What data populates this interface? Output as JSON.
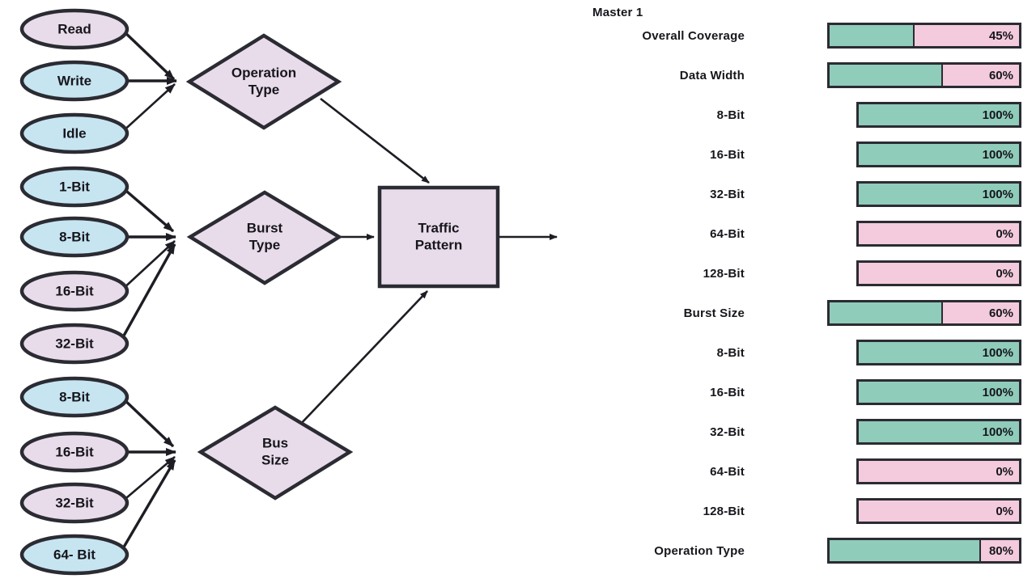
{
  "diagram": {
    "groups": [
      {
        "name": "operation-type",
        "decision": "Operation\nType",
        "decision_line1": "Operation",
        "decision_line2": "Type",
        "inputs": [
          {
            "label": "Read",
            "fill": "#e9dcea"
          },
          {
            "label": "Write",
            "fill": "#c6e5f1"
          },
          {
            "label": "Idle",
            "fill": "#c6e5f1"
          }
        ]
      },
      {
        "name": "burst-type",
        "decision_line1": "Burst",
        "decision_line2": "Type",
        "inputs": [
          {
            "label": "1-Bit",
            "fill": "#c6e5f1"
          },
          {
            "label": "8-Bit",
            "fill": "#c6e5f1"
          },
          {
            "label": "16-Bit",
            "fill": "#e9dcea"
          },
          {
            "label": "32-Bit",
            "fill": "#e9dcea"
          }
        ]
      },
      {
        "name": "bus-size",
        "decision_line1": "Bus",
        "decision_line2": "Size",
        "inputs": [
          {
            "label": "8-Bit",
            "fill": "#c6e5f1"
          },
          {
            "label": "16-Bit",
            "fill": "#e9dcea"
          },
          {
            "label": "32-Bit",
            "fill": "#e9dcea"
          },
          {
            "label": "64- Bit",
            "fill": "#c6e5f1"
          }
        ]
      }
    ],
    "output_box_line1": "Traffic",
    "output_box_line2": "Pattern",
    "colors": {
      "lavender": "#e9dcea",
      "blue": "#c6e5f1",
      "stroke": "#2b2b33"
    }
  },
  "coverage": {
    "title": "Master 1",
    "colors": {
      "covered": "#8fccba",
      "uncovered": "#f3cbdd",
      "border": "#2b2b33"
    },
    "rows": [
      {
        "label": "Overall Coverage",
        "percent": 45,
        "pct_text": "45%",
        "indent": false
      },
      {
        "label": "Data Width",
        "percent": 60,
        "pct_text": "60%",
        "indent": false
      },
      {
        "label": "8-Bit",
        "percent": 100,
        "pct_text": "100%",
        "indent": true
      },
      {
        "label": "16-Bit",
        "percent": 100,
        "pct_text": "100%",
        "indent": true
      },
      {
        "label": "32-Bit",
        "percent": 100,
        "pct_text": "100%",
        "indent": true
      },
      {
        "label": "64-Bit",
        "percent": 0,
        "pct_text": "0%",
        "indent": true
      },
      {
        "label": "128-Bit",
        "percent": 0,
        "pct_text": "0%",
        "indent": true
      },
      {
        "label": "Burst Size",
        "percent": 60,
        "pct_text": "60%",
        "indent": false
      },
      {
        "label": "8-Bit",
        "percent": 100,
        "pct_text": "100%",
        "indent": true
      },
      {
        "label": "16-Bit",
        "percent": 100,
        "pct_text": "100%",
        "indent": true
      },
      {
        "label": "32-Bit",
        "percent": 100,
        "pct_text": "100%",
        "indent": true
      },
      {
        "label": "64-Bit",
        "percent": 0,
        "pct_text": "0%",
        "indent": true
      },
      {
        "label": "128-Bit",
        "percent": 0,
        "pct_text": "0%",
        "indent": true
      },
      {
        "label": "Operation Type",
        "percent": 80,
        "pct_text": "80%",
        "indent": false
      }
    ]
  },
  "chart_data": {
    "type": "bar",
    "title": "Master 1",
    "orientation": "horizontal",
    "xlabel": "",
    "ylabel": "",
    "xlim": [
      0,
      100
    ],
    "grid": false,
    "legend": null,
    "categories": [
      "Overall Coverage",
      "Data Width",
      "8-Bit",
      "16-Bit",
      "32-Bit",
      "64-Bit",
      "128-Bit",
      "Burst Size",
      "8-Bit",
      "16-Bit",
      "32-Bit",
      "64-Bit",
      "128-Bit",
      "Operation Type"
    ],
    "values": [
      45,
      60,
      100,
      100,
      100,
      0,
      0,
      60,
      100,
      100,
      100,
      0,
      0,
      80
    ]
  }
}
